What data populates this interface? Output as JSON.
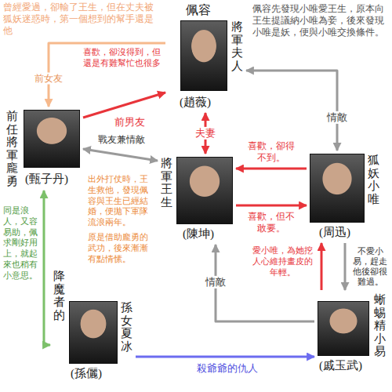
{
  "diagram": {
    "nodes": [
      {
        "text": [
          "佩容",
          "將軍夫人",
          "(趙薇)"
        ]
      },
      {
        "text": [
          "前任將軍龐勇",
          "(甄子丹)"
        ]
      },
      {
        "text": [
          "將軍王生",
          "(陳坤)"
        ]
      },
      {
        "text": [
          "狐妖小唯",
          "(周迅)"
        ]
      },
      {
        "text": [
          "蜥蜴精小易",
          "(戚玉武)"
        ]
      },
      {
        "text": [
          "降魔者的",
          "孫女夏冰",
          "(孫儷)"
        ]
      }
    ],
    "edges": [
      {
        "from": 0,
        "to": 1,
        "arrow": "to",
        "label": "前女友"
      },
      {
        "from": 1,
        "to": 0,
        "arrow": "to",
        "label": "前男友"
      },
      {
        "from": 0,
        "to": 2,
        "arrow": "both",
        "label": "夫妻"
      },
      {
        "from": 3,
        "to": 0,
        "arrow": "both",
        "label": "情敵"
      },
      {
        "from": 3,
        "to": 2,
        "arrow": "to",
        "label": "喜歡，卻得不到。"
      },
      {
        "from": 2,
        "to": 3,
        "arrow": "to",
        "label": "喜歡，但不敢要。"
      },
      {
        "from": 1,
        "to": 2,
        "arrow": "both",
        "label": "戰友兼情敵"
      },
      {
        "from": 1,
        "to": 5,
        "arrow": "both"
      },
      {
        "from": 4,
        "to": 2,
        "arrow": "to",
        "label": "情敵"
      },
      {
        "from": 5,
        "to": 4,
        "arrow": "to",
        "label": "殺爺爺的仇人"
      },
      {
        "from": 4,
        "to": 3,
        "arrow": "to",
        "label": "愛小唯，為她挖人心維持畫皮的年輕。"
      },
      {
        "from": 3,
        "to": 4,
        "arrow": "to",
        "label": "不愛小易，趕走他後卻很難過。"
      }
    ],
    "labels": [
      "曾經愛過，卻輸了王生，但在丈夫被狐妖迷惑時，第一個想到的幫手還是他",
      "喜歡，卻沒得到，但還是有難幫忙也很多",
      "佩容先發現小唯愛王生，原本向王生提議納小唯為妾，後來發現小唯是妖，便與小唯交換條件。",
      "出外打仗時，王生救他，發現佩容與王生已經結婚，便拋下軍隊流浪兩年。",
      "原是借助龐勇的武功，後來漸漸有點情愫。",
      "同是浪人，又容易助，佩求剛好用上，就起來也稍有小意思。"
    ]
  }
}
